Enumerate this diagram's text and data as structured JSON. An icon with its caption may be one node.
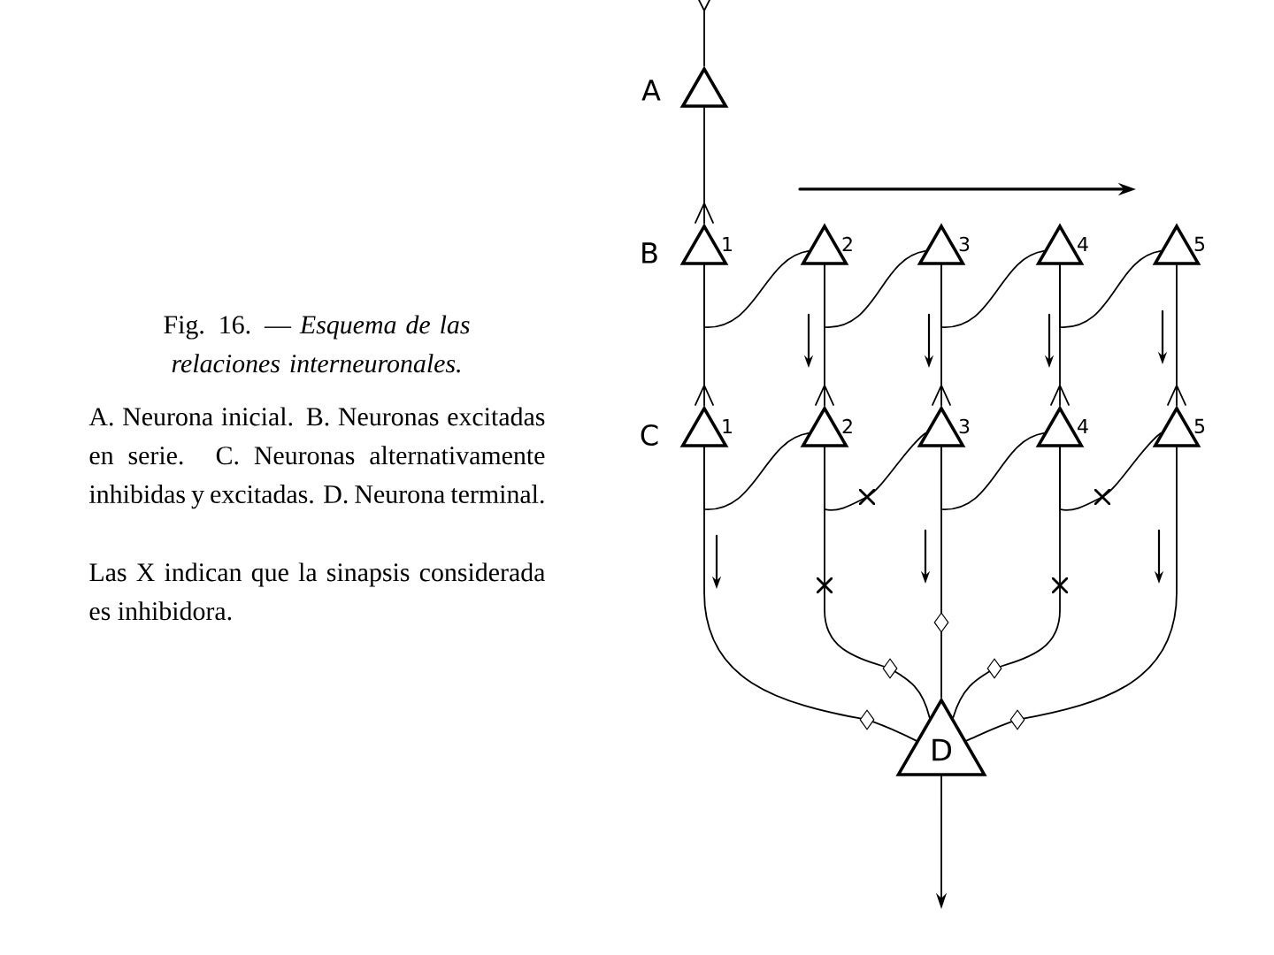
{
  "diagram": {
    "title": "Fig. 16. — *Esquema de las relaciones interneuronales.*",
    "caption": "A. Neurona inicial. B. Neuronas excitadas en serie. C. Neuronas alternativamente inhibidas y excitadas. D. Neurona terminal.",
    "nodes": [
      {
        "text": [],
        "shape": "triangle",
        "beside": [
          "A"
        ]
      },
      {
        "text": [],
        "shape": "triangle",
        "beside": [
          "1"
        ]
      },
      {
        "text": [],
        "shape": "triangle",
        "beside": [
          "2"
        ]
      },
      {
        "text": [],
        "shape": "triangle",
        "beside": [
          "3"
        ]
      },
      {
        "text": [],
        "shape": "triangle",
        "beside": [
          "4"
        ]
      },
      {
        "text": [],
        "shape": "triangle",
        "beside": [
          "5"
        ]
      },
      {
        "text": [],
        "shape": "triangle",
        "beside": [
          "1"
        ]
      },
      {
        "text": [],
        "shape": "triangle",
        "beside": [
          "2"
        ]
      },
      {
        "text": [],
        "shape": "triangle",
        "beside": [
          "3"
        ]
      },
      {
        "text": [],
        "shape": "triangle",
        "beside": [
          "4"
        ]
      },
      {
        "text": [],
        "shape": "triangle",
        "beside": [
          "5"
        ]
      },
      {
        "text": [
          "D"
        ]
      }
    ],
    "edges": [
      {
        "from": null,
        "to": 0,
        "arrow": "other"
      },
      {
        "from": 0,
        "to": 1,
        "arrow": "other"
      },
      {
        "from": 1,
        "to": 2,
        "arrow": "none"
      },
      {
        "from": 2,
        "to": 3,
        "arrow": "none"
      },
      {
        "from": 3,
        "to": 4,
        "arrow": "none"
      },
      {
        "from": 4,
        "to": 5,
        "arrow": "none"
      },
      {
        "from": 1,
        "to": 6,
        "arrow": "other"
      },
      {
        "from": 2,
        "to": 7,
        "arrow": "other"
      },
      {
        "from": 3,
        "to": 8,
        "arrow": "other"
      },
      {
        "from": 4,
        "to": 9,
        "arrow": "other"
      },
      {
        "from": 5,
        "to": 10,
        "arrow": "other"
      },
      {
        "from": 6,
        "to": 7,
        "arrow": "none"
      },
      {
        "from": 7,
        "to": 8,
        "arrow": "none"
      },
      {
        "from": 8,
        "to": 9,
        "arrow": "none"
      },
      {
        "from": 9,
        "to": 10,
        "arrow": "none"
      },
      {
        "from": 6,
        "to": 11,
        "arrow": "none"
      },
      {
        "from": 7,
        "to": 11,
        "arrow": "none"
      },
      {
        "from": 8,
        "to": 11,
        "arrow": "none"
      },
      {
        "from": 9,
        "to": 11,
        "arrow": "none"
      },
      {
        "from": 10,
        "to": 11,
        "arrow": "none"
      },
      {
        "from": 11,
        "to": null,
        "arrow": "to"
      }
    ],
    "labels": [
      "B",
      "C",
      "Las X indican que la sinapsis considerada es inhibidora."
    ]
  }
}
